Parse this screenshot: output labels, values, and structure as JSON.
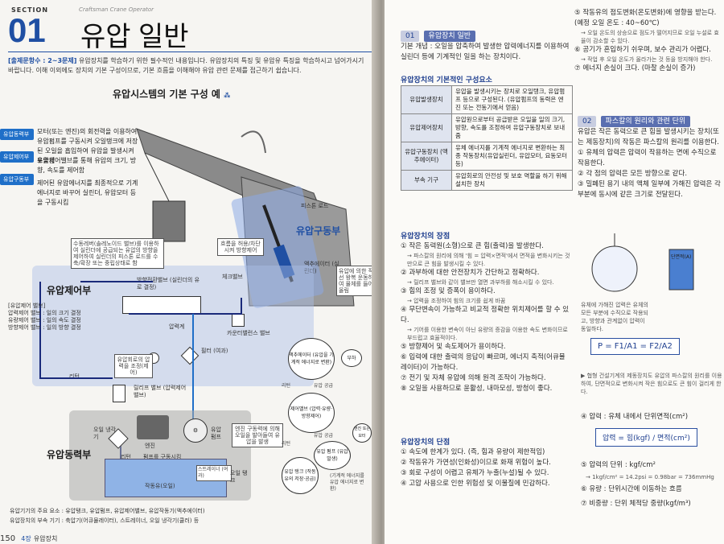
{
  "left": {
    "section_label": "SECTION",
    "section_sub": "Craftsman Crane Operator",
    "section_num": "01",
    "section_title": "유압 일반",
    "intro_highlight": "[출제문항수 : 2~3문제]",
    "intro_text": "유압장치를 학습하기 위한 필수적인 내용입니다. 유압장치의 특징 및 유압유 특징을 학습하시고 넘어가시기 바랍니다. 이해 이외에도 장치의 기본 구성이므로, 기본 흐름을 이해해야 유압 관련 문제를 접근하기 쉽습니다.",
    "diagram_title": "유압시스템의 기본 구성 예",
    "side": {
      "tag1": "유압동력부",
      "tag2": "유압제어부",
      "tag3": "유압구동부",
      "text1": "모터(또는 엔진)의 회전력을 이용하여 유압펌프를 구동시켜 오일탱크에 저장된 오일을 흡입하여 유압을 발생시켜 토출함",
      "text2": "유압제어밸브를 통해 유압의 크기, 방향, 속도를 제어함",
      "text3": "제어된 유압에너지를 최종적으로 기계에너지로 바꾸어 실린더, 유압모터 등을 구동시킴"
    },
    "labels": {
      "control_part": "유압제어부",
      "power_part": "유압동력부",
      "drive_part": "유압구동부",
      "piston_rod": "피스톤 로드",
      "actuator": "액추에이터 (실린더)",
      "actuator_note": "유압에 의한 직선 왕복 운동하여 물체를 들어올림",
      "flow_note": "흐름을 허용/차단시켜 방향제어",
      "solenoid_note": "수동레버(솔레노이드 밸브)를 이용하여 실린더에 공급되는 유압의 방향을 제어하여 실린더의 피스톤 로드를 수축/확장 또는 중립상태로 함",
      "dir_valve": "방향전환밸브 (실린더의 유로 결정)",
      "check_valve": "체크밸브",
      "counter_valve": "카운터밸런스 밸브",
      "pressure_gauge": "압력계",
      "filter": "필터 (여과)",
      "pressure_note": "유압회로의 압력을 조정(제어)",
      "relief_valve": "릴리프 밸브 (압력제어밸브)",
      "return": "리턴",
      "cooler": "오일 냉각기",
      "engine": "엔진",
      "pump_drive": "펌프를 구동시킴",
      "pump": "유압 펌프",
      "pump_note": "엔진 구동력에 의해 오일을 발아들여 유압을 발생",
      "strainer": "스트레이너 (여과)",
      "oil_tank": "오일 탱크",
      "working_oil": "작동유(오일)",
      "ctrl_key": "[유압제어 밸브]",
      "ctrl_1": "압력제어 밸브 : 일의 크기 결정",
      "ctrl_2": "유량제어 밸브 : 일의 속도 결정",
      "ctrl_3": "방향제어 밸브 : 일의 방향 결정"
    },
    "flow": {
      "actuator": "액추에이터 (유압을 기계적 에너지로 변환)",
      "load": "부하",
      "supply1": "유압 공급",
      "valve": "제어밸브 (압력·유량·방향제어)",
      "supply2": "유압 공급",
      "pump": "유압 펌프 (유압 발생)",
      "engine": "엔진 또는 모터",
      "tank": "유압 탱크 (작동유의 저장·공급)",
      "return1": "리턴",
      "return2": "리턴",
      "convert_note": "(기계적 에너지를 유압 에너지로 변환)"
    },
    "footer1": "유압기기의 주요 요소 : 유압탱크, 유압펌프, 유압제어밸브, 유압작동기(액추에이터)",
    "footer2": "유압장치의 부속 기기 : 축압기(어큐뮬레이터), 스트레이너, 오일 냉각기(쿨러) 등",
    "page_num": "150",
    "chapter": "4장",
    "chapter_title": "유압장치"
  },
  "right": {
    "head_num": "01",
    "head_title": "유압장치 일반",
    "concept": "기본 개념 : 오일을 압축하여 발생한 압력에너지를 이용하여 실린더 등에 기계적인 일을 하는 장치이다.",
    "sub1": "유압장치의 기본적인 구성요소",
    "table": [
      {
        "k": "유압발생장치",
        "v": "유압을 발생시키는 장치로 오일탱크, 유압펌프 등으로 구성된다. (유압펌프의 동력은 엔진 또는 전동기에서 얻음)"
      },
      {
        "k": "유압제어장치",
        "v": "유압원으로부터 공급받은 오일을 일의 크기, 방향, 속도를 조정하여 유압구동장치로 보내줌"
      },
      {
        "k": "유압구동장치 (액추에이터)",
        "v": "유체 에너지를 기계적 에너지로 변환하는 최종 작동장치(유압실린더, 유압모터, 요동모터 등)"
      },
      {
        "k": "부속 기구",
        "v": "유압회로의 안전성 및 보호 역할을 하기 위해 설치한 장치"
      }
    ],
    "sub2": "유압장치의 장점",
    "adv": [
      "① 작은 동력원(소형)으로 큰 힘(출력)을 발생한다.",
      "→ 파스칼의 원리에 의해 '힘 = 압력×면적'에서 면적을 변화시키는 것만으로 큰 힘을 발생시킬 수 있다.",
      "② 과부하에 대한 안전장치가 간단하고 정확하다.",
      "→ 릴리프 밸브와 같이 밸브만 열면 과부하를 해소시킬 수 있다.",
      "③ 힘의 조정 및 증폭이 용이하다.",
      "→ 압력을 조정하여 힘의 크기를 쉽게 바꿈",
      "④ 무단변속이 가능하고 비교적 정확한 위치제어를 할 수 있다.",
      "→ 기어를 이용한 변속이 아닌 유량의 증감을 이용한 속도 변화이므로 부드럽고 효율적이다.",
      "⑤ 방향제어 및 속도제어가 용이하다.",
      "⑥ 입력에 대한 출력의 응답이 빠르며, 에너지 축적(어큐뮬레이터)이 가능하다.",
      "⑦ 전기 및 자체 유압에 의해 원격 조작이 가능하다.",
      "⑧ 오일을 사용하므로 윤활성, 내마모성, 방청이 좋다."
    ],
    "sub3": "유압장치의 단점",
    "dis": [
      "① 속도에 한계가 있다. (즉, 힘과 유량이 제한적임)",
      "② 작동유가 가연성(인화성)이므로 화재 위험이 높다.",
      "③ 회로 구성이 어렵고 유체가 누출(누설)될 수 있다.",
      "④ 고압 사용으로 인한 위험성 및 이물질에 민감하다."
    ],
    "col2_top": [
      "⑤ 작동유의 점도변화(온도변화)에 영향을 받는다.",
      "(예정 오일 온도 : 40~60℃)",
      "→ 오일 온도의 상승으로 점도가 떨어지므로 오일 누설로 효율이 감소할 수 있다.",
      "⑥ 공기가 혼입하기 쉬우며, 보수 관리가 어렵다.",
      "→ 작업 후 오일 온도가 올라가는 것 등을 방지해야 한다.",
      "⑦ 에너지 손실이 크다. (마찰 손실이 증가)"
    ],
    "head2_num": "02",
    "head2_title": "파스칼의 원리와 관련 단위",
    "pascal": [
      "유압은 작은 동력으로 큰 힘을 발생시키는 장치(또는 제동장치)의 작동은 파스칼의 원리를 이용한다.",
      "① 유체의 압력은 압력이 작용하는 면에 수직으로 작용한다.",
      "② 각 점의 압력은 모든 방향으로 같다.",
      "③ 밀폐된 용기 내의 액체 일부에 가해진 압력은 각 부분에 동시에 같은 크기로 전달된다."
    ],
    "fig_note": "유체에 가해진 압력은 유체의 모든 부분에 수직으로 작용되고, 방향과 관계없이 압력이 동일하다.",
    "formula": "P = F1/A1 = F2/A2",
    "brake_note": "▶ 협형 건설기계의 제동장치도 유압의 파스칼의 원리를 이용하여, 단면적으로 변화시켜 작은 힘으로도 큰 힘이 걸리게 한다.",
    "area_label": "단면적(A)",
    "def_pressure": "④ 압력 : 유체 내에서 단위면적(cm²)",
    "formula2": "압력 = 힘(kgf) / 면적(cm²)",
    "unit_pressure": "⑤ 압력의 단위 : kgf/cm²",
    "unit_conv": "→ 1kgf/cm² = 14.2psi = 0.98bar = 736mmHg",
    "flow_def": "⑥ 유량 : 단위시간에 이동하는 흐름",
    "sg_def": "⑦ 비중량 : 단위 체적당 중량(kgf/m³)"
  }
}
